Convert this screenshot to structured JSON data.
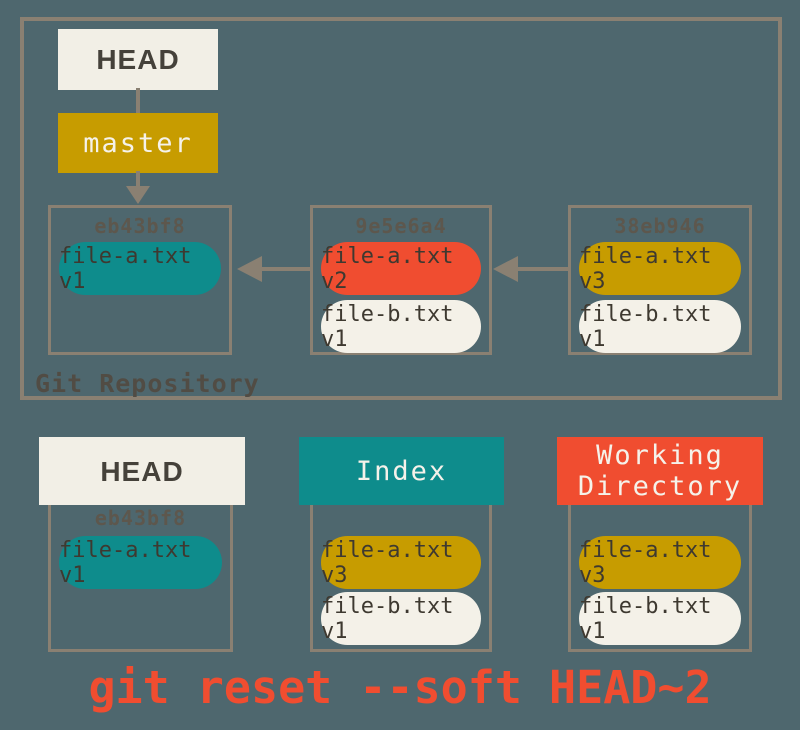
{
  "colors": {
    "background": "#4E676E",
    "frame_border": "#8A8072",
    "cream": "#F2EFE6",
    "gold": "#C79C00",
    "teal": "#0E8C8C",
    "red": "#F04D30",
    "hash_text": "#5D574D",
    "pill_text": "#3E3930",
    "caption_text": "#F04D30"
  },
  "repo": {
    "label": "Git Repository",
    "head": {
      "label": "HEAD"
    },
    "branch": {
      "label": "master"
    },
    "commits": [
      {
        "hash": "eb43bf8",
        "files": [
          {
            "label": "file-a.txt v1",
            "color": "teal"
          }
        ]
      },
      {
        "hash": "9e5e6a4",
        "files": [
          {
            "label": "file-a.txt v2",
            "color": "red"
          },
          {
            "label": "file-b.txt v1",
            "color": "cream"
          }
        ]
      },
      {
        "hash": "38eb946",
        "files": [
          {
            "label": "file-a.txt v3",
            "color": "gold"
          },
          {
            "label": "file-b.txt v1",
            "color": "cream"
          }
        ]
      }
    ]
  },
  "areas": {
    "head": {
      "title": "HEAD",
      "hash": "eb43bf8",
      "files": [
        {
          "label": "file-a.txt v1",
          "color": "teal"
        }
      ]
    },
    "index": {
      "title": "Index",
      "files": [
        {
          "label": "file-a.txt v3",
          "color": "gold"
        },
        {
          "label": "file-b.txt v1",
          "color": "cream"
        }
      ]
    },
    "working_directory": {
      "title": "Working Directory",
      "files": [
        {
          "label": "file-a.txt v3",
          "color": "gold"
        },
        {
          "label": "file-b.txt v1",
          "color": "cream"
        }
      ]
    }
  },
  "caption": "git reset --soft HEAD~2"
}
